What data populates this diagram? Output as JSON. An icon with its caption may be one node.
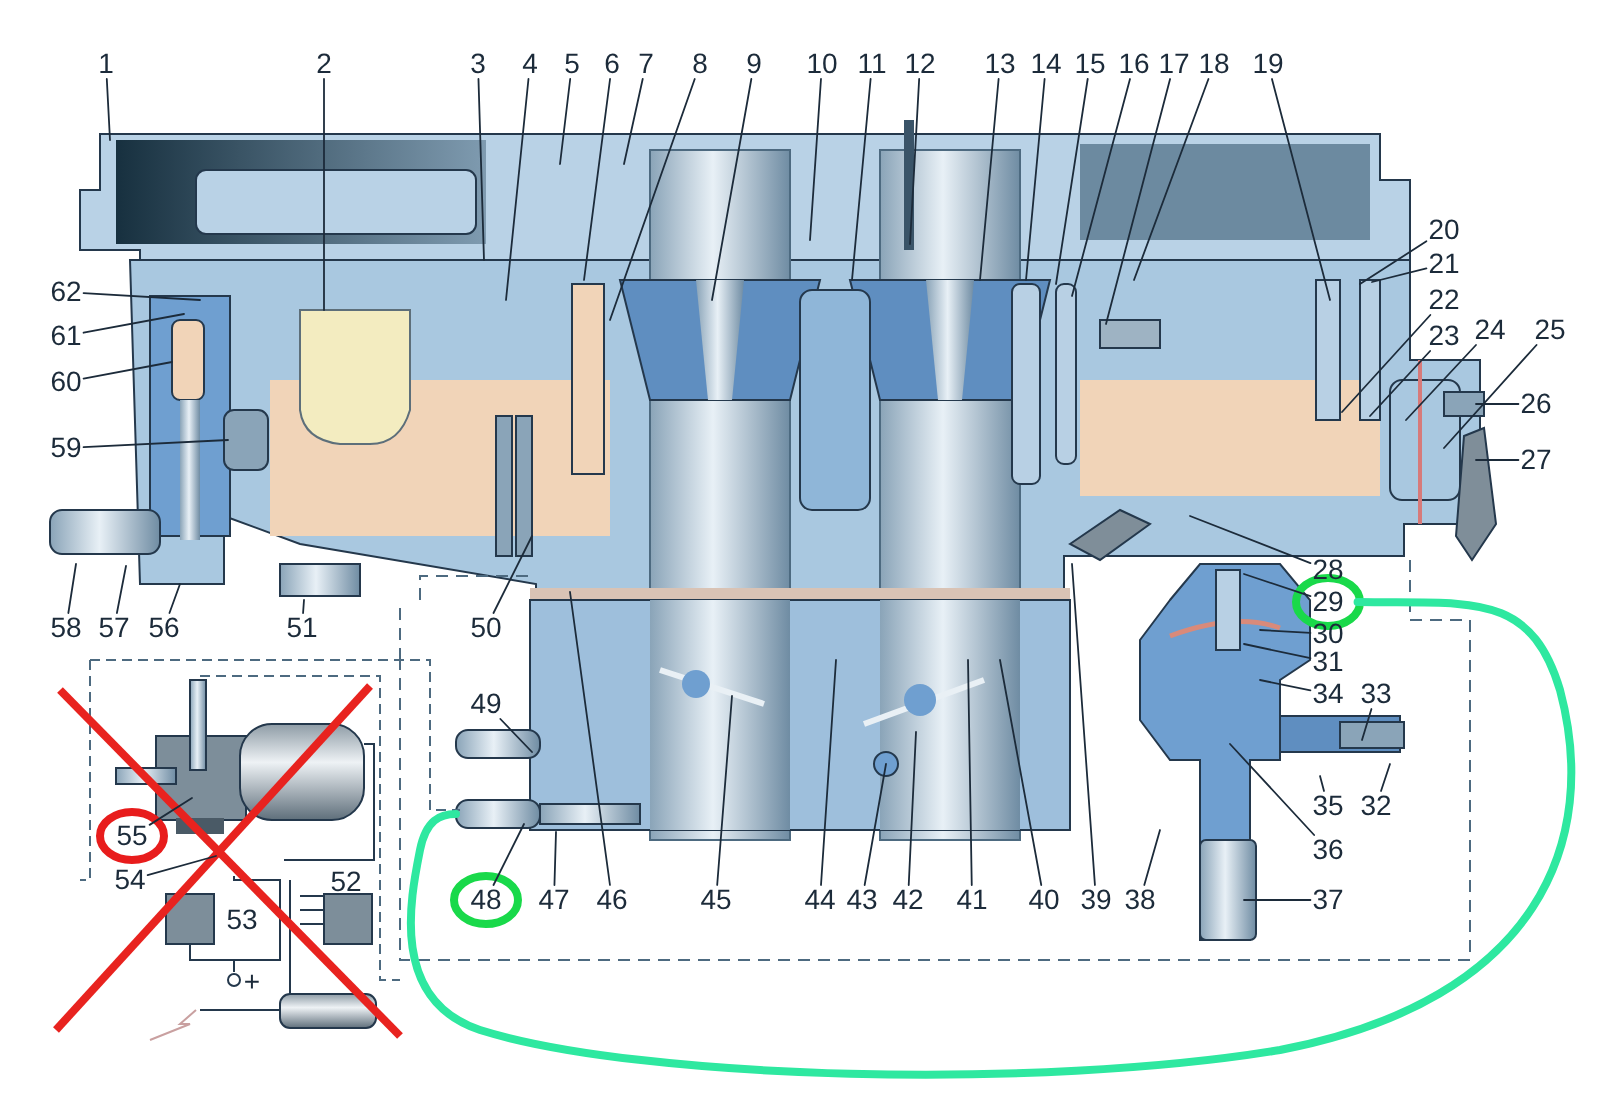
{
  "diagram": {
    "nodes": [
      {
        "text": [
          "1"
        ]
      },
      {
        "text": [
          "2"
        ]
      },
      {
        "text": [
          "3"
        ]
      },
      {
        "text": [
          "4"
        ]
      },
      {
        "text": [
          "5"
        ]
      },
      {
        "text": [
          "6"
        ]
      },
      {
        "text": [
          "7"
        ]
      },
      {
        "text": [
          "8"
        ]
      },
      {
        "text": [
          "9"
        ]
      },
      {
        "text": [
          "10"
        ]
      },
      {
        "text": [
          "11"
        ]
      },
      {
        "text": [
          "12"
        ]
      },
      {
        "text": [
          "13"
        ]
      },
      {
        "text": [
          "14"
        ]
      },
      {
        "text": [
          "15"
        ]
      },
      {
        "text": [
          "16"
        ]
      },
      {
        "text": [
          "17"
        ]
      },
      {
        "text": [
          "18"
        ]
      },
      {
        "text": [
          "19"
        ]
      },
      {
        "text": [
          "20"
        ]
      },
      {
        "text": [
          "21"
        ]
      },
      {
        "text": [
          "22"
        ]
      },
      {
        "text": [
          "23"
        ]
      },
      {
        "text": [
          "24"
        ]
      },
      {
        "text": [
          "25"
        ]
      },
      {
        "text": [
          "26"
        ]
      },
      {
        "text": [
          "27"
        ]
      },
      {
        "text": [
          "28"
        ]
      },
      {
        "text": [
          "29"
        ]
      },
      {
        "text": [
          "30"
        ]
      },
      {
        "text": [
          "31"
        ]
      },
      {
        "text": [
          "32"
        ]
      },
      {
        "text": [
          "33"
        ]
      },
      {
        "text": [
          "34"
        ]
      },
      {
        "text": [
          "35"
        ]
      },
      {
        "text": [
          "36"
        ]
      },
      {
        "text": [
          "37"
        ]
      },
      {
        "text": [
          "38"
        ]
      },
      {
        "text": [
          "39"
        ]
      },
      {
        "text": [
          "40"
        ]
      },
      {
        "text": [
          "41"
        ]
      },
      {
        "text": [
          "42"
        ]
      },
      {
        "text": [
          "43"
        ]
      },
      {
        "text": [
          "44"
        ]
      },
      {
        "text": [
          "45"
        ]
      },
      {
        "text": [
          "46"
        ]
      },
      {
        "text": [
          "47"
        ]
      },
      {
        "text": [
          "48"
        ]
      },
      {
        "text": [
          "49"
        ]
      },
      {
        "text": [
          "50"
        ]
      },
      {
        "text": [
          "51"
        ]
      },
      {
        "text": [
          "54"
        ]
      },
      {
        "text": [
          "55"
        ]
      },
      {
        "text": [
          "56"
        ]
      },
      {
        "text": [
          "57"
        ]
      },
      {
        "text": [
          "58"
        ]
      },
      {
        "text": [
          "59"
        ]
      },
      {
        "text": [
          "60"
        ]
      },
      {
        "text": [
          "61"
        ]
      },
      {
        "text": [
          "62"
        ]
      }
    ],
    "edges": [
      {
        "from": 0,
        "to": null,
        "arrow": "none"
      },
      {
        "from": 1,
        "to": null,
        "arrow": "none"
      },
      {
        "from": 2,
        "to": null,
        "arrow": "none"
      },
      {
        "from": 3,
        "to": null,
        "arrow": "none"
      },
      {
        "from": 4,
        "to": null,
        "arrow": "none"
      },
      {
        "from": 5,
        "to": null,
        "arrow": "none"
      },
      {
        "from": 6,
        "to": null,
        "arrow": "none"
      },
      {
        "from": 7,
        "to": null,
        "arrow": "none"
      },
      {
        "from": 8,
        "to": null,
        "arrow": "none"
      },
      {
        "from": 9,
        "to": null,
        "arrow": "none"
      },
      {
        "from": 10,
        "to": null,
        "arrow": "none"
      },
      {
        "from": 11,
        "to": null,
        "arrow": "none"
      },
      {
        "from": 12,
        "to": null,
        "arrow": "none"
      },
      {
        "from": 13,
        "to": null,
        "arrow": "none"
      },
      {
        "from": 14,
        "to": null,
        "arrow": "none"
      },
      {
        "from": 15,
        "to": null,
        "arrow": "none"
      },
      {
        "from": 16,
        "to": null,
        "arrow": "none"
      },
      {
        "from": 17,
        "to": null,
        "arrow": "none"
      },
      {
        "from": 18,
        "to": null,
        "arrow": "none"
      },
      {
        "from": 19,
        "to": null,
        "arrow": "none"
      },
      {
        "from": 20,
        "to": null,
        "arrow": "none"
      },
      {
        "from": 21,
        "to": null,
        "arrow": "none"
      },
      {
        "from": 22,
        "to": null,
        "arrow": "none"
      },
      {
        "from": 23,
        "to": null,
        "arrow": "none"
      },
      {
        "from": 24,
        "to": null,
        "arrow": "none"
      },
      {
        "from": 25,
        "to": null,
        "arrow": "none"
      },
      {
        "from": 26,
        "to": null,
        "arrow": "none"
      },
      {
        "from": 27,
        "to": null,
        "arrow": "none"
      },
      {
        "from": 28,
        "to": null,
        "arrow": "none"
      },
      {
        "from": 29,
        "to": null,
        "arrow": "none"
      },
      {
        "from": 30,
        "to": null,
        "arrow": "none"
      },
      {
        "from": 31,
        "to": null,
        "arrow": "none"
      },
      {
        "from": 32,
        "to": null,
        "arrow": "none"
      },
      {
        "from": 33,
        "to": null,
        "arrow": "none"
      },
      {
        "from": 34,
        "to": null,
        "arrow": "none"
      },
      {
        "from": 35,
        "to": null,
        "arrow": "none"
      },
      {
        "from": 36,
        "to": null,
        "arrow": "none"
      },
      {
        "from": 37,
        "to": null,
        "arrow": "none"
      },
      {
        "from": 38,
        "to": null,
        "arrow": "none"
      },
      {
        "from": 39,
        "to": null,
        "arrow": "none"
      },
      {
        "from": 40,
        "to": null,
        "arrow": "none"
      },
      {
        "from": 41,
        "to": null,
        "arrow": "none"
      },
      {
        "from": 42,
        "to": null,
        "arrow": "none"
      },
      {
        "from": 43,
        "to": null,
        "arrow": "none"
      },
      {
        "from": 44,
        "to": null,
        "arrow": "none"
      },
      {
        "from": 45,
        "to": null,
        "arrow": "none"
      },
      {
        "from": 46,
        "to": null,
        "arrow": "none"
      },
      {
        "from": 47,
        "to": null,
        "arrow": "none"
      },
      {
        "from": 48,
        "to": null,
        "arrow": "none"
      },
      {
        "from": 49,
        "to": null,
        "arrow": "none"
      },
      {
        "from": 50,
        "to": null,
        "arrow": "none"
      },
      {
        "from": 51,
        "to": null,
        "arrow": "none"
      },
      {
        "from": 52,
        "to": null,
        "arrow": "none"
      },
      {
        "from": 53,
        "to": null,
        "arrow": "none"
      },
      {
        "from": 54,
        "to": null,
        "arrow": "none"
      },
      {
        "from": 55,
        "to": null,
        "arrow": "none"
      },
      {
        "from": 56,
        "to": null,
        "arrow": "none"
      },
      {
        "from": 57,
        "to": null,
        "arrow": "none"
      },
      {
        "from": 58,
        "to": null,
        "arrow": "none"
      },
      {
        "from": 59,
        "to": null,
        "arrow": "none"
      },
      {
        "from": 28,
        "to": null,
        "arrow": "none",
        "style": "thick",
        "color": "#2ee8a0"
      }
    ],
    "labels": [
      "52",
      "53",
      "+"
    ]
  }
}
